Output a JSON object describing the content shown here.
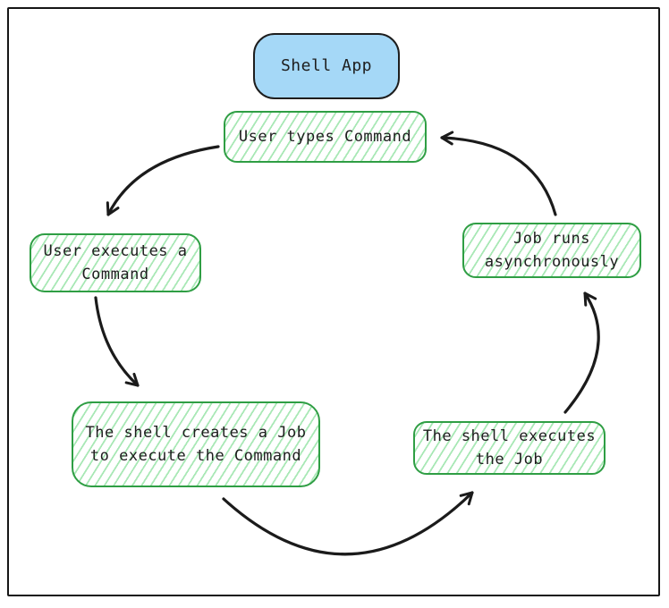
{
  "diagram": {
    "nodes": {
      "shell_app": {
        "label": "Shell App"
      },
      "user_types": {
        "label": "User types Command"
      },
      "user_executes": {
        "label": "User executes a\nCommand"
      },
      "shell_creates": {
        "label": "The shell creates a Job\nto execute the Command"
      },
      "shell_executes": {
        "label": "The shell executes\nthe Job"
      },
      "job_runs": {
        "label": "Job runs\nasynchronously"
      }
    },
    "edges": [
      {
        "from": "user_types",
        "to": "user_executes"
      },
      {
        "from": "user_executes",
        "to": "shell_creates"
      },
      {
        "from": "shell_creates",
        "to": "shell_executes"
      },
      {
        "from": "shell_executes",
        "to": "job_runs"
      },
      {
        "from": "job_runs",
        "to": "user_types"
      }
    ],
    "colors": {
      "blue_node_fill": "#a5d8f7",
      "blue_node_border": "#1e1e1e",
      "green_node_border": "#2f9e44",
      "green_hachure": "#a9e8b6",
      "arrow": "#1b1b1b",
      "text": "#1e1e1e",
      "frame_border": "#161616",
      "background": "#ffffff"
    }
  }
}
